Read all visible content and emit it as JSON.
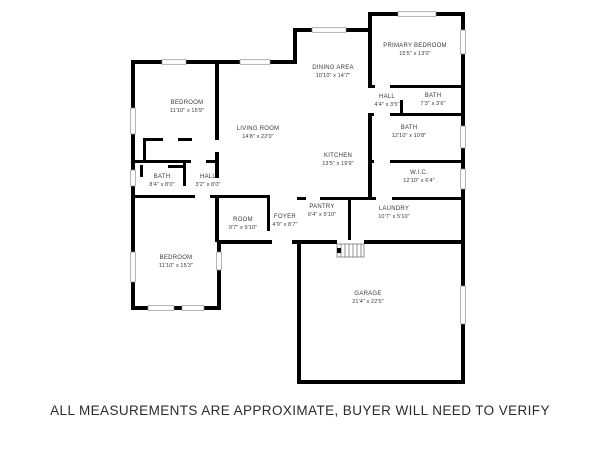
{
  "floorplan": {
    "colors": {
      "wall": "#000000",
      "label": "#3a3a3a",
      "window_stroke": "#909090"
    },
    "icons": [
      {
        "name": "steps-icon",
        "meaning": "entry steps into garage"
      }
    ],
    "rooms": [
      {
        "name": "BEDROOM",
        "dims": "11'10\" x 15'9\""
      },
      {
        "name": "LIVING ROOM",
        "dims": "14'8\" x 22'0\""
      },
      {
        "name": "DINING AREA",
        "dims": "10'10\" x 14'7\""
      },
      {
        "name": "PRIMARY BEDROOM",
        "dims": "15'5\" x 13'0\""
      },
      {
        "name": "HALL",
        "dims": "4'4\" x 3'5\""
      },
      {
        "name": "BATH",
        "dims": "7'3\" x 3'6\""
      },
      {
        "name": "BATH",
        "dims": "12'10\" x 10'8\""
      },
      {
        "name": "KITCHEN",
        "dims": "13'5\" x 19'9\""
      },
      {
        "name": "W.I.C.",
        "dims": "12'10\" x 6'4\""
      },
      {
        "name": "BATH",
        "dims": "8'4\" x 8'0\""
      },
      {
        "name": "HALL",
        "dims": "3'2\" x 8'0\""
      },
      {
        "name": "ROOM",
        "dims": "9'7\" x 9'10\""
      },
      {
        "name": "FOYER",
        "dims": "4'9\" x 8'7\""
      },
      {
        "name": "PANTRY",
        "dims": "6'4\" x 5'10\""
      },
      {
        "name": "LAUNDRY",
        "dims": "10'7\" x 5'10\""
      },
      {
        "name": "BEDROOM",
        "dims": "11'10\" x 15'3\""
      },
      {
        "name": "GARAGE",
        "dims": "21'4\" x 22'5\""
      }
    ]
  },
  "disclaimer": "ALL MEASUREMENTS ARE APPROXIMATE, BUYER WILL NEED TO VERIFY"
}
